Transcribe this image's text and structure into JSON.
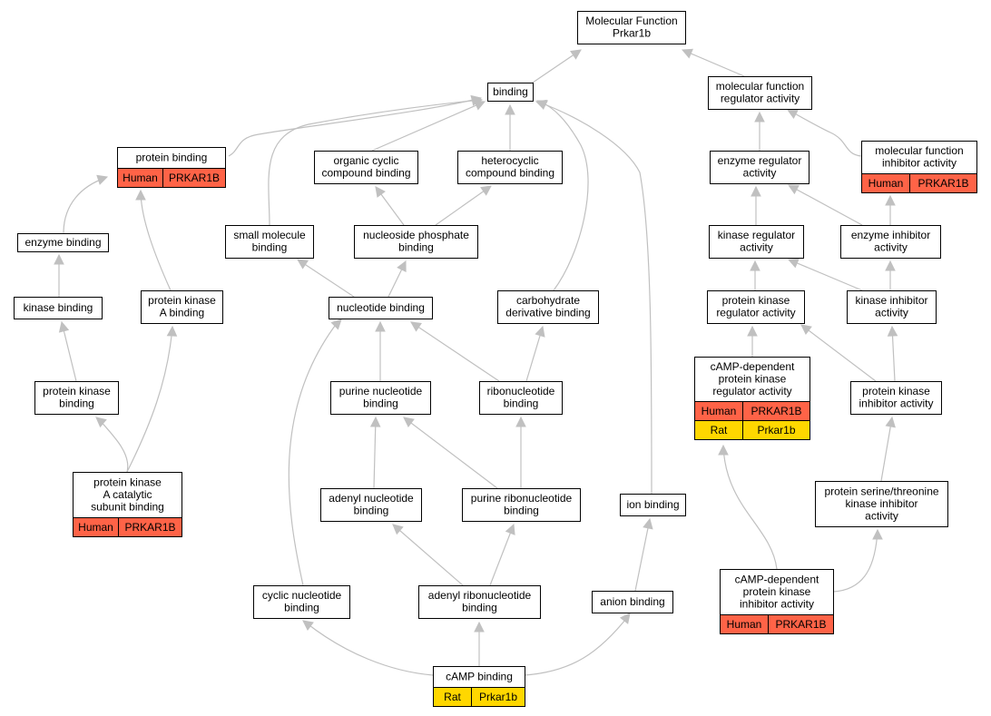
{
  "colors": {
    "human": "#FF6347",
    "rat": "#FFD700",
    "edge": "#C0C0C0",
    "border": "#000000",
    "background": "#FFFFFF"
  },
  "nodes": [
    {
      "id": "mf_root",
      "lines": [
        "Molecular Function",
        "Prkar1b"
      ]
    },
    {
      "id": "binding",
      "lines": [
        "binding"
      ]
    },
    {
      "id": "mf_reg",
      "lines": [
        "molecular function",
        "regulator activity"
      ]
    },
    {
      "id": "protein_binding",
      "lines": [
        "protein binding"
      ],
      "annotations": [
        [
          "Human",
          "PRKAR1B"
        ]
      ]
    },
    {
      "id": "organic_cyclic",
      "lines": [
        "organic cyclic",
        "compound binding"
      ]
    },
    {
      "id": "heterocyclic",
      "lines": [
        "heterocyclic",
        "compound binding"
      ]
    },
    {
      "id": "enzyme_reg",
      "lines": [
        "enzyme regulator",
        "activity"
      ]
    },
    {
      "id": "mf_inhib",
      "lines": [
        "molecular function",
        "inhibitor activity"
      ],
      "annotations": [
        [
          "Human",
          "PRKAR1B"
        ]
      ]
    },
    {
      "id": "enzyme_binding",
      "lines": [
        "enzyme binding"
      ]
    },
    {
      "id": "small_molecule",
      "lines": [
        "small molecule",
        "binding"
      ]
    },
    {
      "id": "nucleoside_phosphate",
      "lines": [
        "nucleoside phosphate",
        "binding"
      ]
    },
    {
      "id": "kinase_reg",
      "lines": [
        "kinase regulator",
        "activity"
      ]
    },
    {
      "id": "enzyme_inhib",
      "lines": [
        "enzyme inhibitor",
        "activity"
      ]
    },
    {
      "id": "kinase_binding",
      "lines": [
        "kinase binding"
      ]
    },
    {
      "id": "pka_binding",
      "lines": [
        "protein kinase",
        "A binding"
      ]
    },
    {
      "id": "nucleotide_binding",
      "lines": [
        "nucleotide binding"
      ]
    },
    {
      "id": "carbohydrate_deriv",
      "lines": [
        "carbohydrate",
        "derivative binding"
      ]
    },
    {
      "id": "pk_reg",
      "lines": [
        "protein kinase",
        "regulator activity"
      ]
    },
    {
      "id": "kinase_inhib",
      "lines": [
        "kinase inhibitor",
        "activity"
      ]
    },
    {
      "id": "camp_pk_reg",
      "lines": [
        "cAMP-dependent",
        "protein kinase",
        "regulator activity"
      ],
      "annotations": [
        [
          "Human",
          "PRKAR1B"
        ],
        [
          "Rat",
          "Prkar1b"
        ]
      ]
    },
    {
      "id": "pk_binding",
      "lines": [
        "protein kinase",
        "binding"
      ]
    },
    {
      "id": "purine_nucleotide",
      "lines": [
        "purine nucleotide",
        "binding"
      ]
    },
    {
      "id": "ribonucleotide",
      "lines": [
        "ribonucleotide",
        "binding"
      ]
    },
    {
      "id": "pk_inhib",
      "lines": [
        "protein kinase",
        "inhibitor activity"
      ]
    },
    {
      "id": "pka_catalytic",
      "lines": [
        "protein kinase",
        "A catalytic",
        "subunit binding"
      ],
      "annotations": [
        [
          "Human",
          "PRKAR1B"
        ]
      ]
    },
    {
      "id": "adenyl_nucleotide",
      "lines": [
        "adenyl nucleotide",
        "binding"
      ]
    },
    {
      "id": "purine_ribonucleotide",
      "lines": [
        "purine ribonucleotide",
        "binding"
      ]
    },
    {
      "id": "ion_binding",
      "lines": [
        "ion binding"
      ]
    },
    {
      "id": "ser_thr_inhib",
      "lines": [
        "protein serine/threonine",
        "kinase inhibitor",
        "activity"
      ]
    },
    {
      "id": "cyclic_nucleotide",
      "lines": [
        "cyclic nucleotide",
        "binding"
      ]
    },
    {
      "id": "adenyl_ribonucleotide",
      "lines": [
        "adenyl ribonucleotide",
        "binding"
      ]
    },
    {
      "id": "anion_binding",
      "lines": [
        "anion binding"
      ]
    },
    {
      "id": "camp_pk_inhib",
      "lines": [
        "cAMP-dependent",
        "protein kinase",
        "inhibitor activity"
      ],
      "annotations": [
        [
          "Human",
          "PRKAR1B"
        ]
      ]
    },
    {
      "id": "camp_binding",
      "lines": [
        "cAMP binding"
      ],
      "annotations": [
        [
          "Rat",
          "Prkar1b"
        ]
      ]
    }
  ]
}
